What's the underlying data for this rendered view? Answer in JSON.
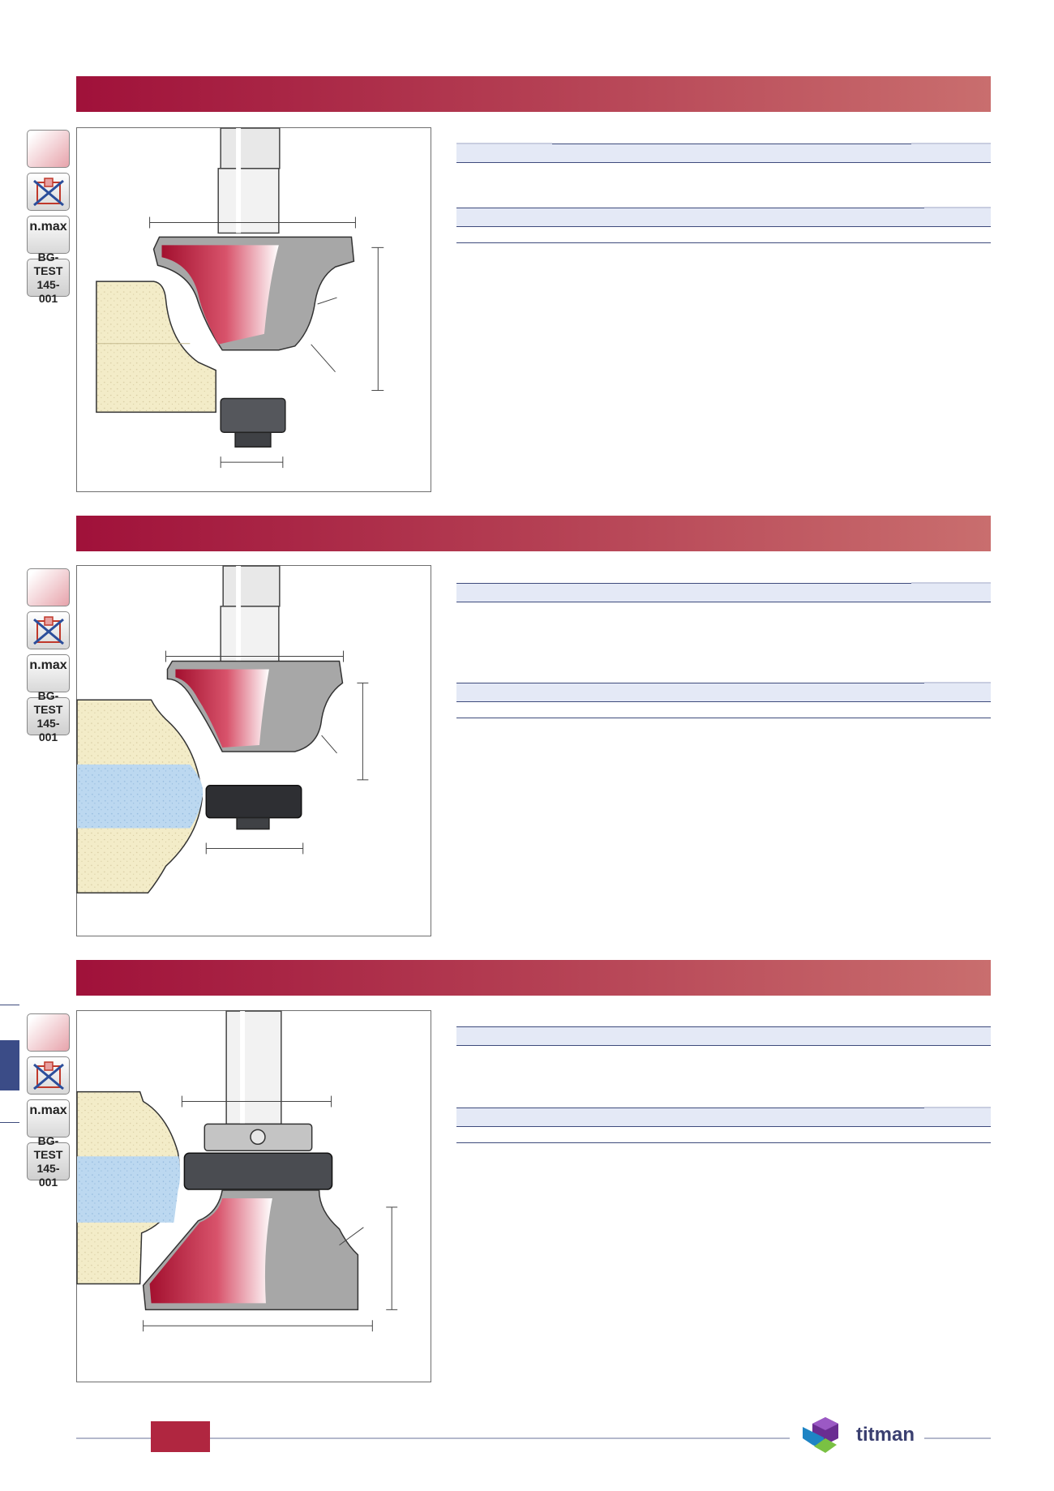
{
  "sections": [
    {
      "icons": {
        "nmax_label": "n.max",
        "test_line1": "BG-TEST",
        "test_line2": "145-001"
      }
    },
    {
      "icons": {
        "nmax_label": "n.max",
        "test_line1": "BG-TEST",
        "test_line2": "145-001"
      }
    },
    {
      "icons": {
        "nmax_label": "n.max",
        "test_line1": "BG-TEST",
        "test_line2": "145-001"
      }
    }
  ],
  "brand": {
    "name": "titman"
  },
  "colors": {
    "banner_start": "#a0113a",
    "banner_end": "#c96e6e",
    "table_header": "#e4e9f6",
    "rule": "#3e4b7c",
    "accent": "#b02640"
  }
}
